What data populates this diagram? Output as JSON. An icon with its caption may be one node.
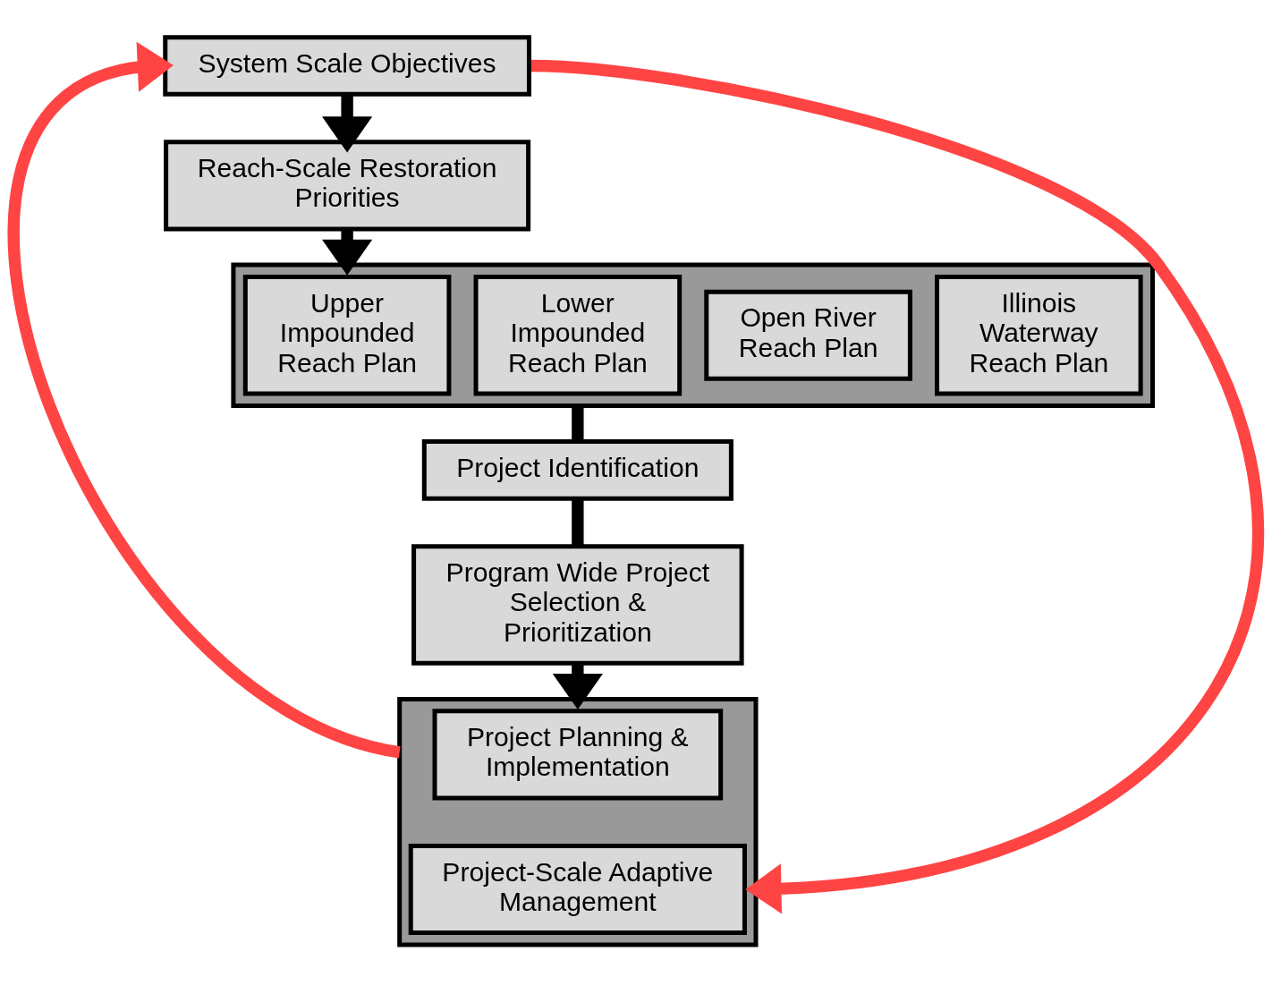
{
  "diagram": {
    "nodes": [
      {
        "text": [
          "System Scale Objectives"
        ]
      },
      {
        "text": [
          "Reach-Scale Restoration Priorities"
        ]
      },
      {
        "text": [],
        "shape": "box"
      },
      {
        "text": [
          "Upper Impounded Reach Plan"
        ],
        "in": 2
      },
      {
        "text": [
          "Lower Impounded Reach Plan"
        ],
        "in": 2
      },
      {
        "text": [
          "Open River Reach Plan"
        ],
        "in": 2
      },
      {
        "text": [
          "Illinois Waterway Reach Plan"
        ],
        "in": 2
      },
      {
        "text": [
          "Project Identification"
        ]
      },
      {
        "text": [
          "Program Wide Project Selection & Prioritization"
        ]
      },
      {
        "text": [],
        "shape": "box"
      },
      {
        "text": [
          "Project Planning & Implementation"
        ],
        "in": 9
      },
      {
        "text": [
          "Project-Scale Adaptive Management"
        ],
        "in": 9
      }
    ],
    "edges": [
      {
        "from": 0,
        "to": 1,
        "arrow": "to"
      },
      {
        "from": 1,
        "to": 2,
        "arrow": "to"
      },
      {
        "from": 2,
        "to": 7,
        "arrow": "none"
      },
      {
        "from": 7,
        "to": 8,
        "arrow": "none"
      },
      {
        "from": 8,
        "to": 9,
        "arrow": "to"
      },
      {
        "from": 9,
        "to": 0,
        "arrow": "to",
        "color": "#ff4444"
      },
      {
        "from": 0,
        "to": 9,
        "arrow": "to",
        "color": "#ff4444"
      }
    ]
  }
}
